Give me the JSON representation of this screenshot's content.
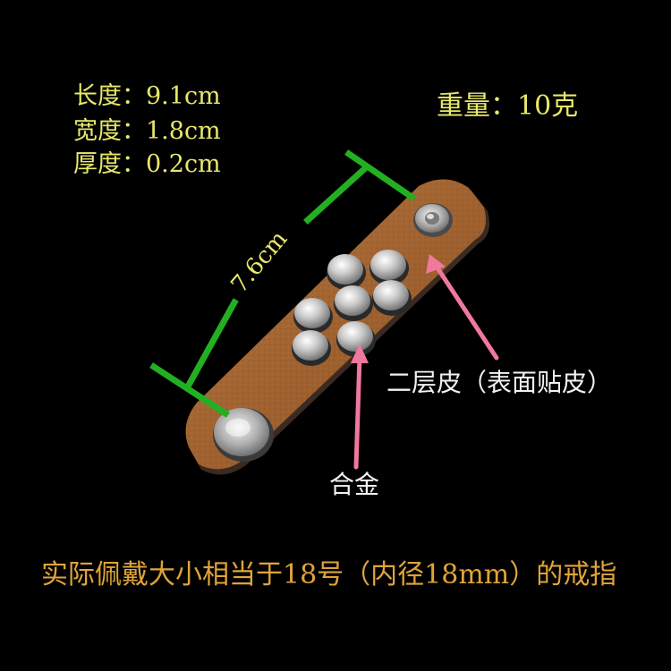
{
  "specs": {
    "length": "长度：9.1cm",
    "width": "宽度：1.8cm",
    "thickness": "厚度：0.2cm",
    "weight": "重量：10克"
  },
  "dimension": {
    "label": "7.6cm"
  },
  "callouts": {
    "leather": "二层皮（表面贴皮）",
    "alloy": "合金"
  },
  "footer": {
    "note": "实际佩戴大小相当于18号（内径18mm）的戒指"
  },
  "colors": {
    "background": "#000000",
    "spec_text": "#e8e86a",
    "footer_text": "#e0a43a",
    "dimension_line": "#22b022",
    "arrow": "#f0789c",
    "leather": "#a8683a"
  }
}
